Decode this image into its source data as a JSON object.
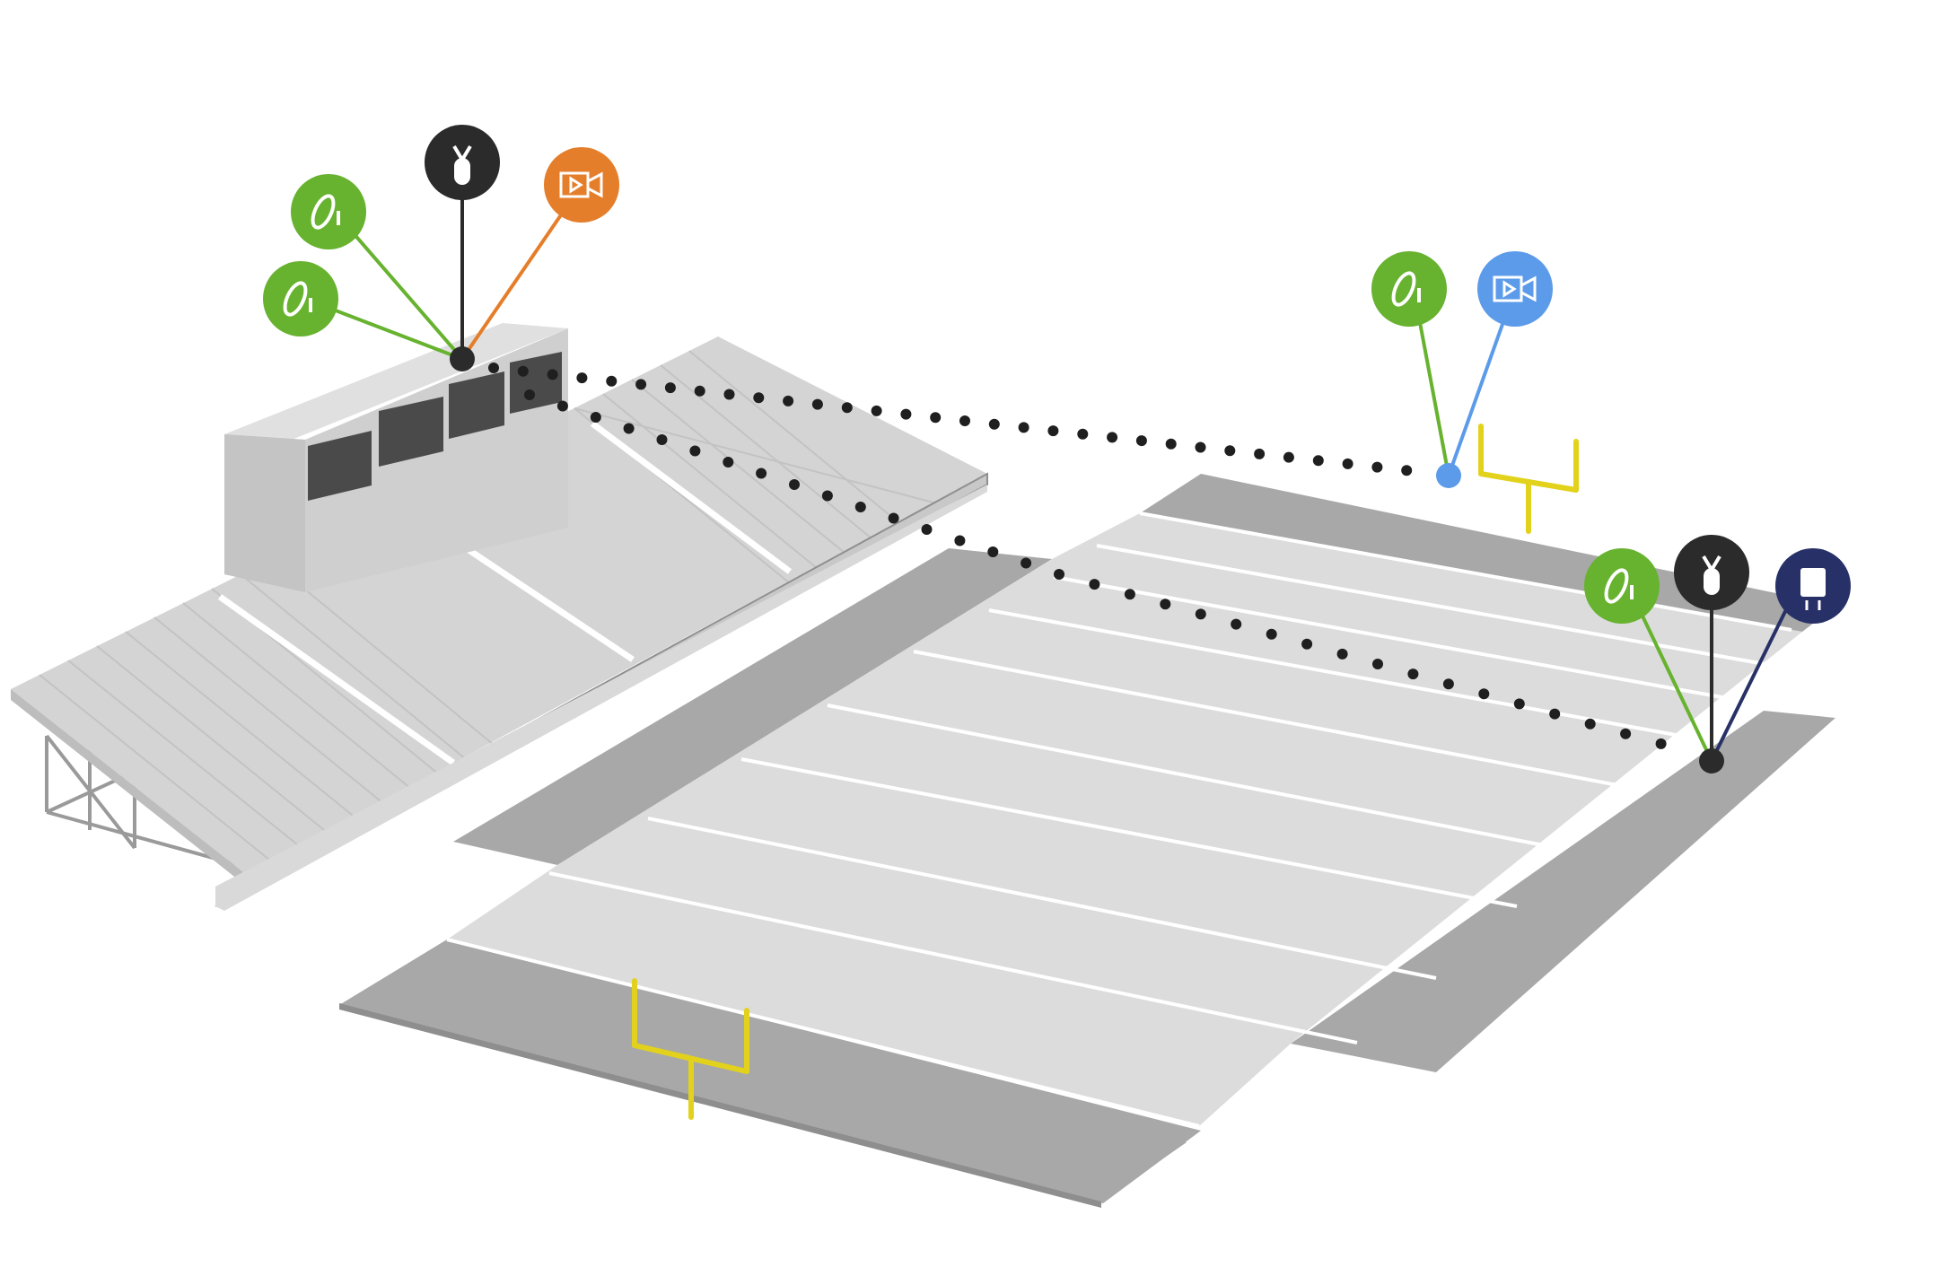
{
  "colors": {
    "background": "#ffffff",
    "field_light": "#dcdcdc",
    "field_dark": "#a8a8a8",
    "yard_line": "#ffffff",
    "goalpost": "#e2d21c",
    "stands": "#d4d4d4",
    "stands_shadow": "#bdbdbd",
    "press_box": "#cfcfcf",
    "window": "#4a4a4a",
    "link_dots": "#1f1f1f",
    "green": "#67b22f",
    "black": "#2b2b2b",
    "orange": "#e57e2b",
    "blue": "#5b9bea",
    "navy": "#283167"
  },
  "devices": [
    {
      "id": "press-box-hub",
      "kind": "hub",
      "color": "#2b2b2b",
      "site": "press-box"
    },
    {
      "id": "press-box-dish-1",
      "kind": "dish-icon",
      "color": "#67b22f",
      "site": "press-box"
    },
    {
      "id": "press-box-dish-2",
      "kind": "dish-icon",
      "color": "#67b22f",
      "site": "press-box"
    },
    {
      "id": "press-box-radio",
      "kind": "radio-icon",
      "color": "#2b2b2b",
      "site": "press-box"
    },
    {
      "id": "press-box-camera",
      "kind": "video-camera-icon",
      "color": "#e57e2b",
      "site": "press-box"
    },
    {
      "id": "far-end-node",
      "kind": "node",
      "color": "#5b9bea",
      "site": "far-end-zone"
    },
    {
      "id": "far-end-dish",
      "kind": "dish-icon",
      "color": "#67b22f",
      "site": "far-end-zone"
    },
    {
      "id": "far-end-camera",
      "kind": "video-camera-icon",
      "color": "#5b9bea",
      "site": "far-end-zone"
    },
    {
      "id": "corner-hub",
      "kind": "hub",
      "color": "#2b2b2b",
      "site": "field-corner"
    },
    {
      "id": "corner-dish",
      "kind": "dish-icon",
      "color": "#67b22f",
      "site": "field-corner"
    },
    {
      "id": "corner-radio",
      "kind": "radio-icon",
      "color": "#2b2b2b",
      "site": "field-corner"
    },
    {
      "id": "corner-power",
      "kind": "power-supply-icon",
      "color": "#283167",
      "site": "field-corner"
    }
  ],
  "links": [
    {
      "from": "press-box-hub",
      "to": "far-end-node",
      "style": "dotted"
    },
    {
      "from": "press-box-hub",
      "to": "corner-hub",
      "style": "dotted"
    }
  ]
}
